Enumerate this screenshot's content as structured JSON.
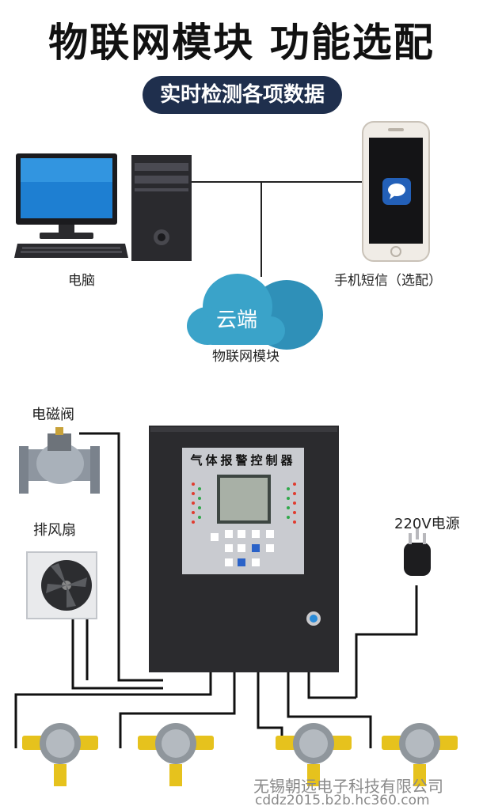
{
  "header": {
    "title": "物联网模块 功能选配",
    "subtitle": "实时检测各项数据"
  },
  "network": {
    "computer_label": "电脑",
    "phone_label": "手机短信（选配）",
    "cloud_text": "云端",
    "cloud_label": "物联网模块"
  },
  "system": {
    "valve_label": "电磁阀",
    "fan_label": "排风扇",
    "power_label": "220V电源",
    "controller_title": "气体报警控制器"
  },
  "watermark": {
    "company": "无锡朝远电子科技有限公司",
    "site": "cddz2015.b2b.hc360.com"
  },
  "colors": {
    "pill_bg": "#1f2f4d",
    "cloud": "#3aa3c9",
    "cabinet": "#2b2b2e",
    "detector": "#e6c21d"
  }
}
